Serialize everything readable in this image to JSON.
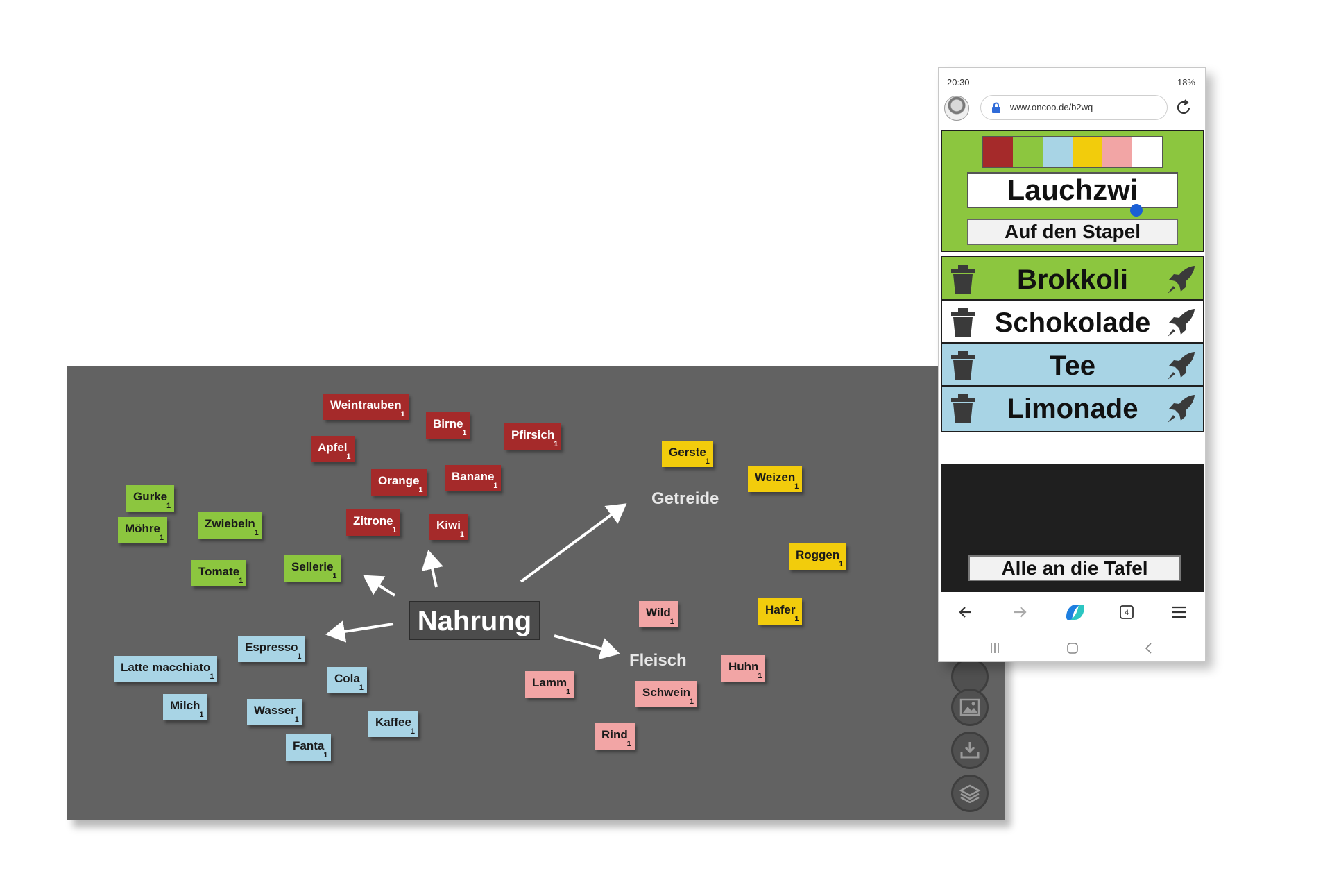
{
  "board": {
    "topic": "Nahrung",
    "sublabels": [
      {
        "key": "getreide",
        "text": "Getreide"
      },
      {
        "key": "fleisch",
        "text": "Fleisch"
      }
    ],
    "cards": [
      {
        "label": "Weintrauben",
        "count": "1",
        "color": "red"
      },
      {
        "label": "Birne",
        "count": "1",
        "color": "red"
      },
      {
        "label": "Pfirsich",
        "count": "1",
        "color": "red"
      },
      {
        "label": "Apfel",
        "count": "1",
        "color": "red"
      },
      {
        "label": "Orange",
        "count": "1",
        "color": "red"
      },
      {
        "label": "Banane",
        "count": "1",
        "color": "red"
      },
      {
        "label": "Zitrone",
        "count": "1",
        "color": "red"
      },
      {
        "label": "Kiwi",
        "count": "1",
        "color": "red"
      },
      {
        "label": "Gurke",
        "count": "1",
        "color": "green"
      },
      {
        "label": "Möhre",
        "count": "1",
        "color": "green"
      },
      {
        "label": "Zwiebeln",
        "count": "1",
        "color": "green"
      },
      {
        "label": "Tomate",
        "count": "1",
        "color": "green"
      },
      {
        "label": "Sellerie",
        "count": "1",
        "color": "green"
      },
      {
        "label": "Espresso",
        "count": "1",
        "color": "blue"
      },
      {
        "label": "Latte macchiato",
        "count": "1",
        "color": "blue"
      },
      {
        "label": "Cola",
        "count": "1",
        "color": "blue"
      },
      {
        "label": "Milch",
        "count": "1",
        "color": "blue"
      },
      {
        "label": "Wasser",
        "count": "1",
        "color": "blue"
      },
      {
        "label": "Kaffee",
        "count": "1",
        "color": "blue"
      },
      {
        "label": "Fanta",
        "count": "1",
        "color": "blue"
      },
      {
        "label": "Gerste",
        "count": "1",
        "color": "yellow"
      },
      {
        "label": "Weizen",
        "count": "1",
        "color": "yellow"
      },
      {
        "label": "Roggen",
        "count": "1",
        "color": "yellow"
      },
      {
        "label": "Hafer",
        "count": "1",
        "color": "yellow"
      },
      {
        "label": "Wild",
        "count": "1",
        "color": "pink"
      },
      {
        "label": "Huhn",
        "count": "1",
        "color": "pink"
      },
      {
        "label": "Lamm",
        "count": "1",
        "color": "pink"
      },
      {
        "label": "Schwein",
        "count": "1",
        "color": "pink"
      },
      {
        "label": "Rind",
        "count": "1",
        "color": "pink"
      }
    ],
    "side_buttons": [
      "image-icon",
      "download-icon",
      "layers-icon"
    ],
    "colors": {
      "background": "#626262",
      "red": "#a52a2a",
      "green": "#8cc63f",
      "blue": "#a8d4e5",
      "yellow": "#f2cc0c",
      "pink": "#f2a5a5"
    }
  },
  "phone": {
    "status": {
      "time": "20:30",
      "battery": "18%"
    },
    "url": "www.oncoo.de/b2wq",
    "swatches": [
      "#a52a2a",
      "#8cc63f",
      "#a8d4e5",
      "#f2cc0c",
      "#f2a5a5",
      "#ffffff"
    ],
    "input_value": "Lauchzwi",
    "stack_button": "Auf den Stapel",
    "items": [
      {
        "label": "Brokkoli",
        "color": "#8cc63f"
      },
      {
        "label": "Schokolade",
        "color": "#ffffff"
      },
      {
        "label": "Tee",
        "color": "#a8d4e5"
      },
      {
        "label": "Limonade",
        "color": "#a8d4e5"
      }
    ],
    "all_button": "Alle an die Tafel",
    "nav_icons": [
      "back-arrow-icon",
      "forward-arrow-icon",
      "copilot-icon",
      "tabs-icon",
      "menu-icon"
    ],
    "tab_count": "4"
  }
}
